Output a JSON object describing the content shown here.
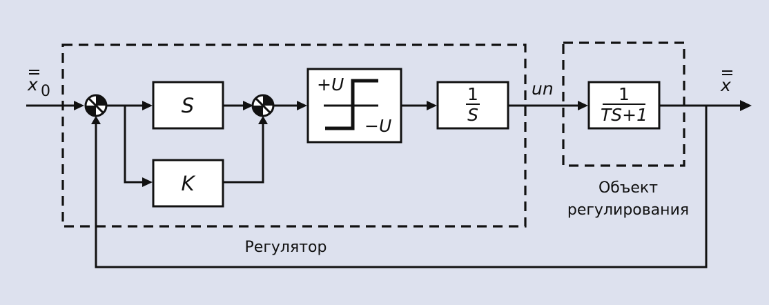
{
  "background": "#dde1ee",
  "line_color": "#111111",
  "inputs": {
    "x0_symbol": "x",
    "x0_subscript": "0",
    "x_out_symbol": "x",
    "overline": "double"
  },
  "blocks": {
    "s_block": "S",
    "k_block": "K",
    "relay_plus": "+U",
    "relay_minus": "−U",
    "integrator_num": "1",
    "integrator_den": "S",
    "plant_num": "1",
    "plant_den": "TS+1"
  },
  "signals": {
    "control": "un"
  },
  "groups": {
    "regulator_label": "Регулятор",
    "plant_label_line1": "Объект",
    "plant_label_line2": "регулирования"
  }
}
